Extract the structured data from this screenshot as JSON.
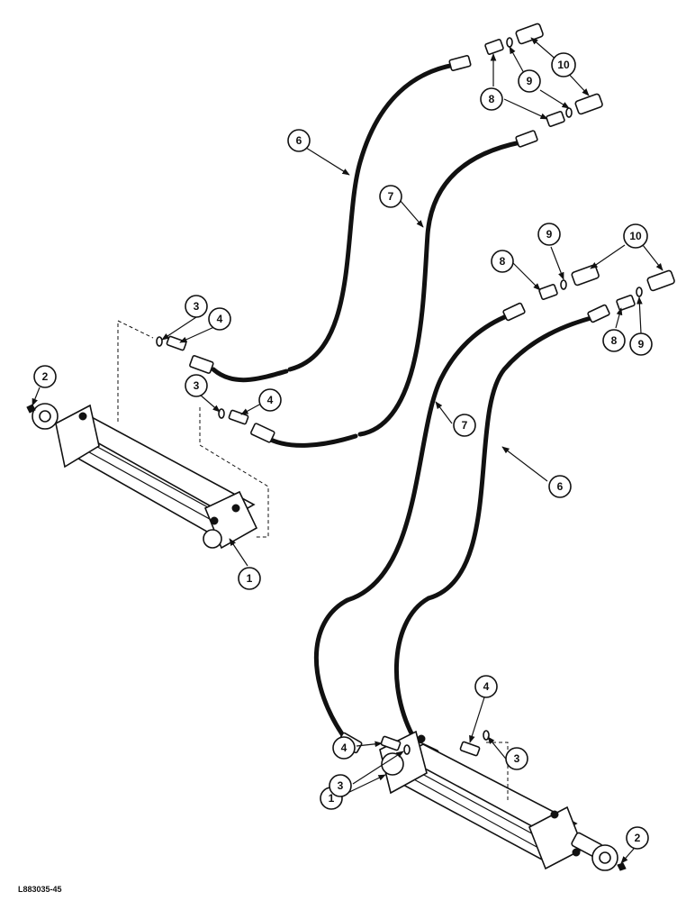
{
  "figure_code": "L883035-45",
  "callouts": {
    "cyl1_a": "1",
    "cyl1_b": "1",
    "pin2_a": "2",
    "pin2_b": "2",
    "oring3_a": "3",
    "oring3_b": "3",
    "oring3_c": "3",
    "oring3_d": "3",
    "adapter4_a": "4",
    "adapter4_b": "4",
    "adapter4_c": "4",
    "adapter4_d": "4",
    "hose6_a": "6",
    "hose6_b": "6",
    "hose7_a": "7",
    "hose7_b": "7",
    "adapter8_a": "8",
    "adapter8_b": "8",
    "adapter8_c": "8",
    "oring9_a": "9",
    "oring9_b": "9",
    "oring9_c": "9",
    "coupler10_a": "10",
    "coupler10_b": "10"
  }
}
